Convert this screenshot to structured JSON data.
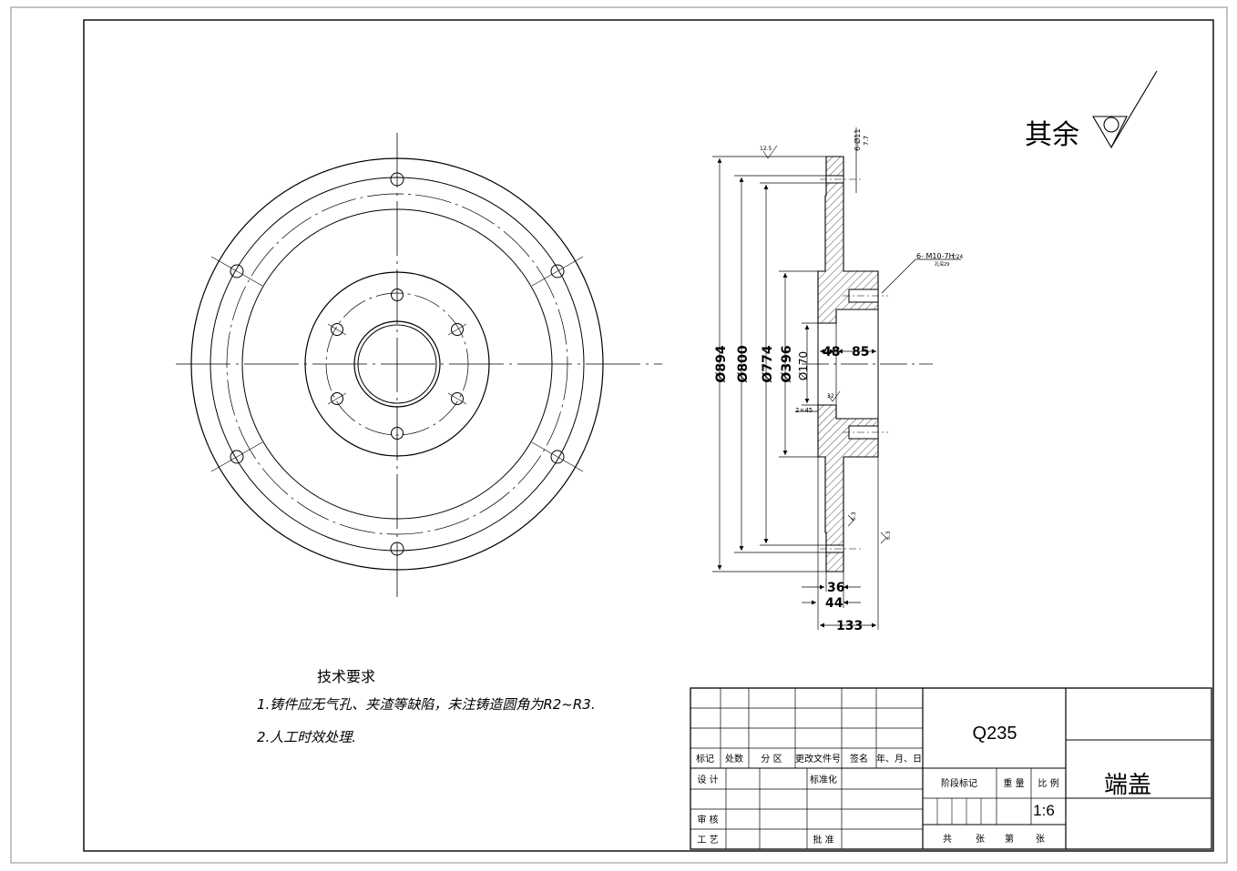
{
  "surface_finish": {
    "label": "其余"
  },
  "technical_requirements": {
    "title": "技术要求",
    "items": [
      "1.铸件应无气孔、夹渣等缺陷，未注铸造圆角为R2~R3.",
      "2.人工时效处理."
    ]
  },
  "dimensions": {
    "d894": "Ø894",
    "d800": "Ø800",
    "d774": "Ø774",
    "d396": "Ø396",
    "d170": "Ø170",
    "w48": "48",
    "w85": "85",
    "w36": "36",
    "w44": "44",
    "w133": "133",
    "holes_top": "6-Ø11",
    "holes_top_depth": "7.7",
    "thread": "6- M10-7H",
    "thread_depth": "▽24",
    "thread_note": "孔深29",
    "chamfer": "2×45",
    "fin_12_5": "12.5",
    "fin_32": "32",
    "fin_63a": "6.3",
    "fin_63b": "6.3"
  },
  "title_block": {
    "material": "Q235",
    "part_name": "端盖",
    "scale": "1:6",
    "rev_headers": [
      "标记",
      "处数",
      "分 区",
      "更改文件号",
      "签名",
      "年、月、日"
    ],
    "design": "设 计",
    "standardize": "标准化",
    "stage_mark": "阶段标记",
    "weight": "重 量",
    "scale_label": "比 例",
    "review": "审 核",
    "process": "工 艺",
    "approve": "批 准",
    "total": "共",
    "sheets": "张",
    "sheet_no": "第",
    "sheet_unit": "张"
  }
}
